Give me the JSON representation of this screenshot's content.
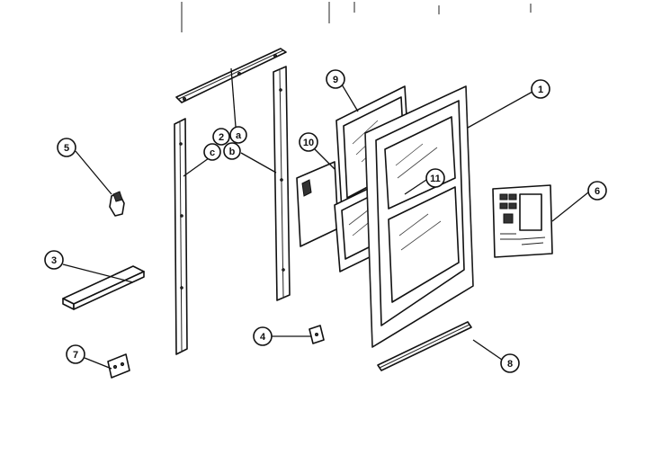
{
  "callouts": {
    "c1": "1",
    "c2": "2",
    "ca": "a",
    "cb": "b",
    "cc": "c",
    "c3": "3",
    "c4": "4",
    "c5": "5",
    "c6": "6",
    "c7": "7",
    "c8": "8",
    "c9": "9",
    "c10": "10",
    "c11": "11"
  },
  "colors": {
    "line": "#111111",
    "background": "#ffffff"
  }
}
